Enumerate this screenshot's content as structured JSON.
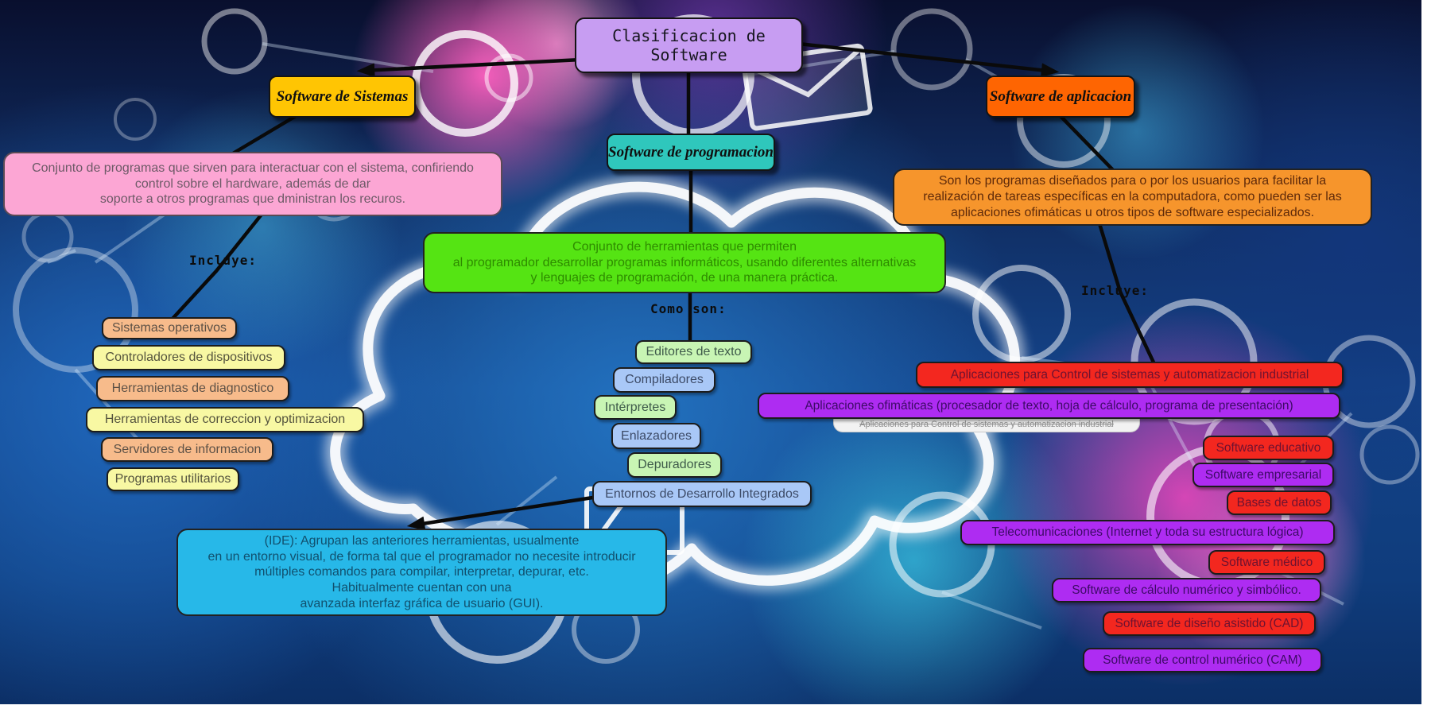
{
  "page": {
    "title": "Clasificacion de Software"
  },
  "branches": {
    "sistemas": {
      "label": "Software de Sistemas",
      "description": "Conjunto de programas que sirven para interactuar con el sistema, confiriendo\ncontrol sobre el hardware, además de dar\nsoporte a otros programas que dministran los recuros.",
      "connector_label": "Incluye:",
      "items": [
        "Sistemas operativos",
        "Controladores de dispositivos",
        "Herramientas de diagnostico",
        "Herramientas de correccion y optimizacion",
        "Servidores de informacion",
        "Programas utilitarios"
      ]
    },
    "programacion": {
      "label": "Software de programacion",
      "description": "Conjunto de herramientas que permiten\nal programador desarrollar programas informáticos, usando diferentes alternativas\ny lenguajes de programación, de una manera práctica.",
      "connector_label": "Como son:",
      "items": [
        "Editores de texto",
        "Compiladores",
        "Intérpretes",
        "Enlazadores",
        "Depuradores",
        "Entornos de Desarrollo Integrados"
      ],
      "ide_note": "(IDE): Agrupan las anteriores herramientas, usualmente\nen un entorno visual, de forma tal que el programador no necesite introducir\nmúltiples comandos para compilar, interpretar, depurar, etc.\nHabitualmente cuentan con una\navanzada interfaz gráfica de usuario (GUI)."
    },
    "aplicacion": {
      "label": "Software de aplicacion",
      "description": "Son los programas diseñados para o por los usuarios para facilitar la\nrealización de tareas específicas en la computadora, como pueden ser las\naplicaciones  ofimáticas u otros tipos de software especializados.",
      "connector_label": "Incluye:",
      "items": [
        "Aplicaciones para Control de sistemas y automatizacion industrial",
        "Aplicaciones ofimáticas (procesador de texto, hoja de cálculo, programa de presentación)",
        "Software educativo",
        "Software empresarial",
        "Bases de datos",
        "Telecomunicaciones (Internet y toda su estructura lógica)",
        "Software médico",
        "Software de cálculo numérico y simbólico.",
        "Software de diseño asistido (CAD)",
        "Software de control numérico (CAM)"
      ],
      "hidden_item": "Aplicaciones para Control de sistemas y automatizacion industrial"
    }
  },
  "colors": {
    "root_box": "#c79df2",
    "sistemas_box": "#ffc503",
    "programacion_box": "#2fc7bc",
    "aplicacion_box": "#fe6502",
    "sistemas_desc_box": "#fca6d4",
    "programacion_desc_box": "#55e413",
    "aplicacion_desc_box": "#f6952c",
    "ide_box": "#27b8e8",
    "item_peach": "#f7bb8b",
    "item_yellow": "#f8f8a3",
    "item_light_green": "#c8f5b4",
    "item_light_blue": "#a9c8f7",
    "item_red": "#f3271f",
    "item_purple": "#ae2cf2",
    "connector": "#000000"
  }
}
